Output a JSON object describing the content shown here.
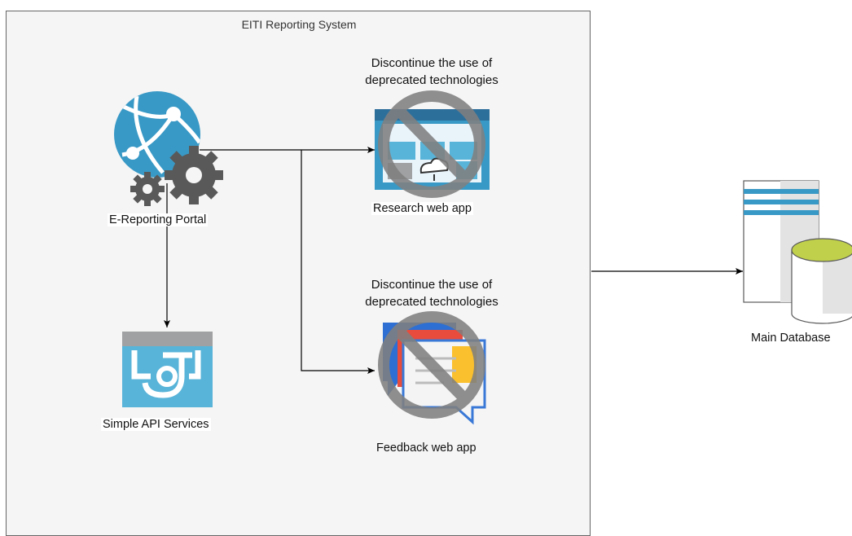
{
  "container": {
    "title": "EITI Reporting System"
  },
  "nodes": {
    "portal": {
      "label": "E-Reporting Portal",
      "icon": "web-app-gears-icon"
    },
    "api": {
      "label": "Simple API Services",
      "icon": "api-services-icon"
    },
    "research": {
      "label": "Research web app",
      "icon": "web-dashboard-icon"
    },
    "feedback": {
      "label": "Feedback web app",
      "icon": "chat-feedback-icon"
    },
    "database": {
      "label": "Main Database",
      "icon": "server-database-icon"
    }
  },
  "annotations": {
    "research_warning_line1": "Discontinue the use of",
    "research_warning_line2": "deprecated technologies",
    "feedback_warning_line1": "Discontinue the use of",
    "feedback_warning_line2": "deprecated technologies"
  },
  "colors": {
    "container_fill": "#f5f5f5",
    "container_border": "#666666",
    "azure_blue": "#3999c6",
    "gear_gray": "#595959",
    "prohibit_gray": "#808080",
    "db_green": "#c0d04a"
  }
}
